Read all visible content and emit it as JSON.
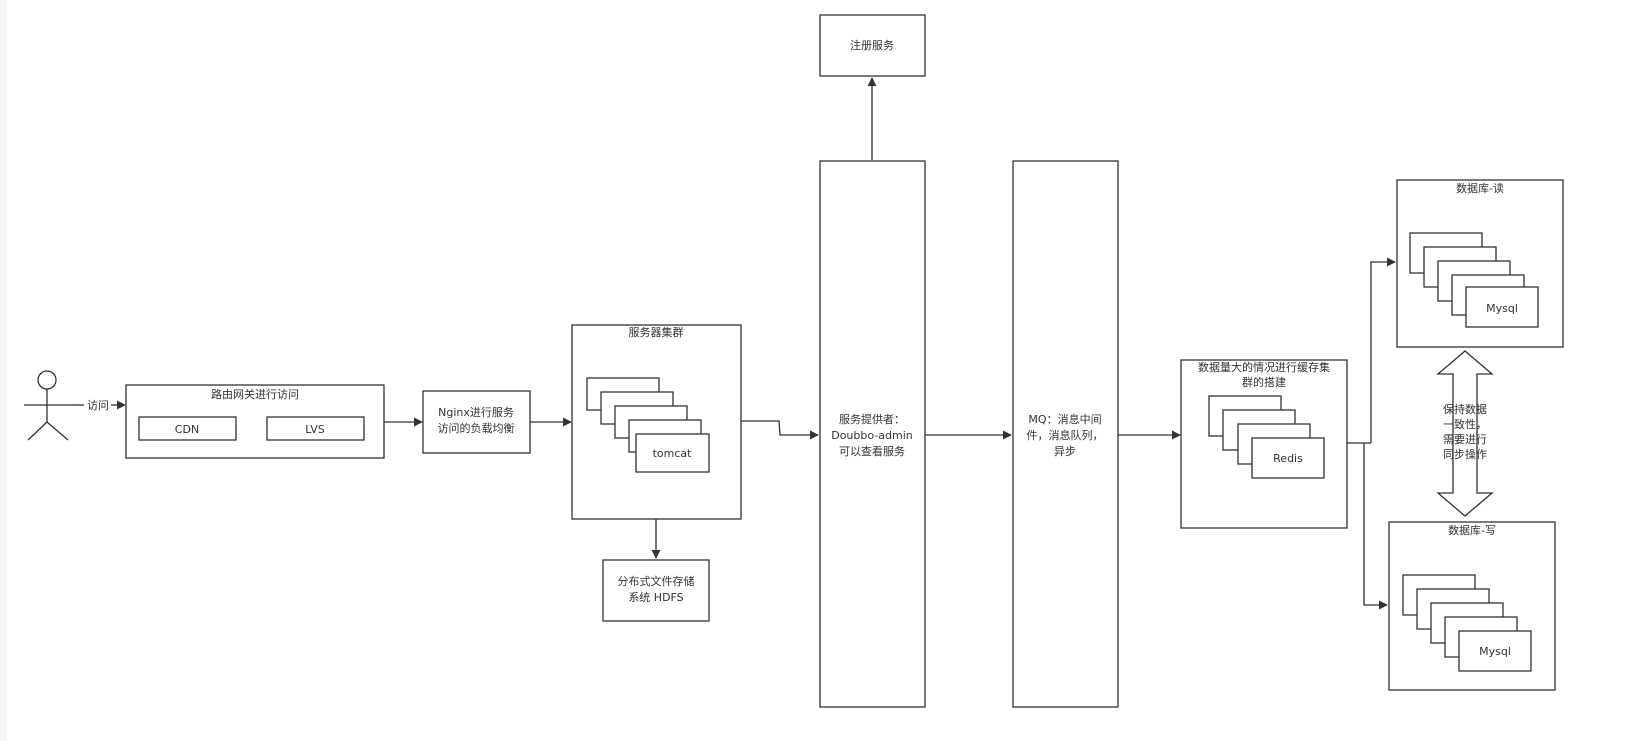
{
  "actor": {
    "edge_label": "访问"
  },
  "gateway": {
    "title": "路由网关进行访问",
    "items": [
      "CDN",
      "LVS"
    ]
  },
  "nginx": {
    "lines": [
      "Nginx进行服务",
      "访问的负载均衡"
    ]
  },
  "server_cluster": {
    "title": "服务器集群",
    "item": "tomcat"
  },
  "hdfs": {
    "lines": [
      "分布式文件存储",
      "系统 HDFS"
    ]
  },
  "registry": {
    "label": "注册服务"
  },
  "provider": {
    "lines": [
      "服务提供者：",
      "Doubbo-admin",
      "可以查看服务"
    ]
  },
  "mq": {
    "lines": [
      "MQ：消息中间",
      "件，消息队列，",
      "异步"
    ]
  },
  "cache_cluster": {
    "title_lines": [
      "数据量大的情况进行缓存集",
      "群的搭建"
    ],
    "item": "Redis"
  },
  "db_read": {
    "title": "数据库-读",
    "item": "Mysql"
  },
  "db_write": {
    "title": "数据库-写",
    "item": "Mysql"
  },
  "sync_note": {
    "lines": [
      "保持数据",
      "一致性，",
      "需要进行",
      "同步操作"
    ]
  }
}
